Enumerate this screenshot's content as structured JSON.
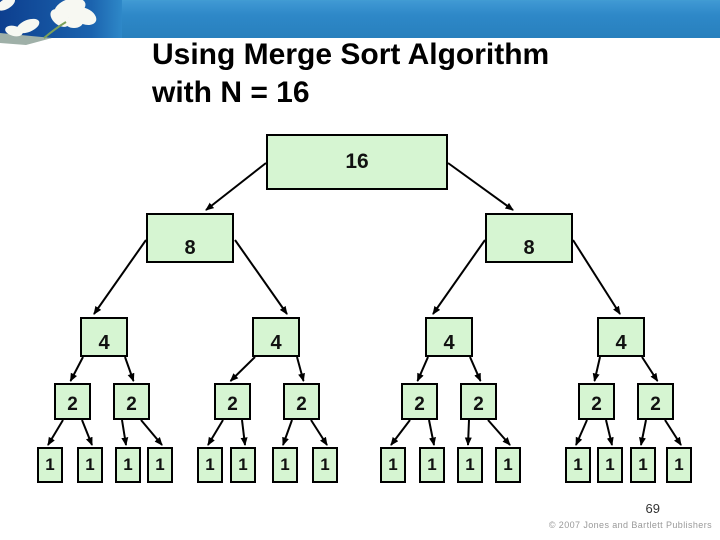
{
  "slide": {
    "title_line1": "Using Merge Sort Algorithm",
    "title_line2": "with N = 16",
    "page_number": "69",
    "copyright": "© 2007 Jones and Bartlett Publishers"
  },
  "diagram": {
    "levels": [
      {
        "values": [
          "16"
        ]
      },
      {
        "values": [
          "8",
          "8"
        ]
      },
      {
        "values": [
          "4",
          "4",
          "4",
          "4"
        ]
      },
      {
        "values": [
          "2",
          "2",
          "2",
          "2",
          "2",
          "2",
          "2",
          "2"
        ]
      },
      {
        "values": [
          "1",
          "1",
          "1",
          "1",
          "1",
          "1",
          "1",
          "1",
          "1",
          "1",
          "1",
          "1",
          "1",
          "1",
          "1",
          "1"
        ]
      }
    ]
  },
  "colors": {
    "node_fill": "#d6f5d2",
    "node_border": "#000000",
    "arrow_color": "#000000",
    "header_blue": "#2e88c8",
    "flower_bg_dark": "#0d3f8f"
  }
}
